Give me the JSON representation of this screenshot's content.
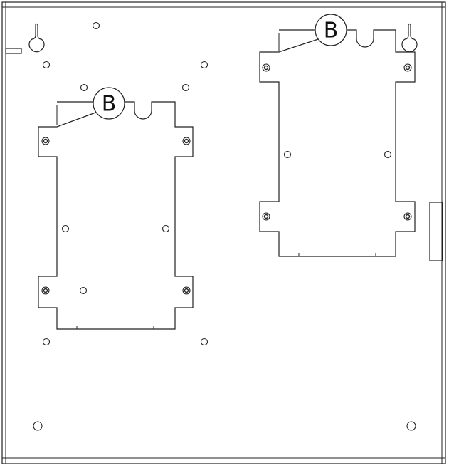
{
  "diagram": {
    "plates": [
      {
        "id": "left",
        "label": "B"
      },
      {
        "id": "right",
        "label": "B"
      }
    ],
    "colors": {
      "line": "#222222",
      "background": "#ffffff"
    }
  }
}
